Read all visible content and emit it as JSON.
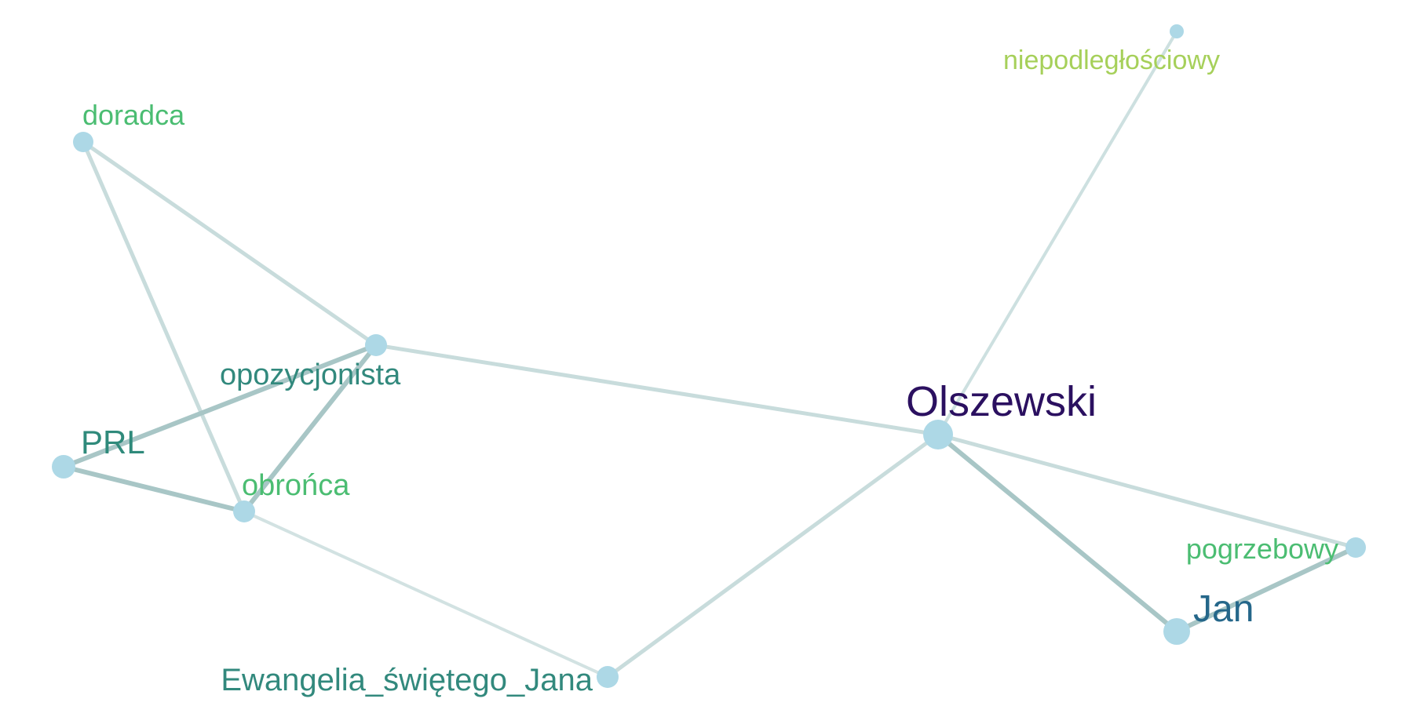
{
  "graph": {
    "node_color": "#add8e6",
    "nodes": [
      {
        "id": "niepodleglosciowy",
        "label": "niepodległościowy",
        "color": "#a6d05a",
        "weight": 1
      },
      {
        "id": "doradca",
        "label": "doradca",
        "color": "#4bbd72",
        "weight": 2
      },
      {
        "id": "opozycjonista",
        "label": "opozycjonista",
        "color": "#32897d",
        "weight": 3
      },
      {
        "id": "PRL",
        "label": "PRL",
        "color": "#2f8a7b",
        "weight": 4
      },
      {
        "id": "obronca",
        "label": "obrońca",
        "color": "#4bbd72",
        "weight": 2
      },
      {
        "id": "Olszewski",
        "label": "Olszewski",
        "color": "#2b1060",
        "weight": 6
      },
      {
        "id": "pogrzebowy",
        "label": "pogrzebowy",
        "color": "#4bbd72",
        "weight": 2
      },
      {
        "id": "Jan",
        "label": "Jan",
        "color": "#25678a",
        "weight": 5
      },
      {
        "id": "Ewangelia",
        "label": "Ewangelia_świętego_Jana",
        "color": "#32897d",
        "weight": 3
      }
    ],
    "edges": [
      {
        "source": "Olszewski",
        "target": "niepodleglosciowy",
        "weight": 1,
        "color": "#cde0e0"
      },
      {
        "source": "doradca",
        "target": "opozycjonista",
        "weight": 2,
        "color": "#c8dcdc"
      },
      {
        "source": "doradca",
        "target": "obronca",
        "weight": 2,
        "color": "#c8dcdc"
      },
      {
        "source": "opozycjonista",
        "target": "PRL",
        "weight": 3,
        "color": "#a8c6c6"
      },
      {
        "source": "opozycjonista",
        "target": "obronca",
        "weight": 3,
        "color": "#a8c6c6"
      },
      {
        "source": "opozycjonista",
        "target": "Olszewski",
        "weight": 2,
        "color": "#c8dcdc"
      },
      {
        "source": "PRL",
        "target": "obronca",
        "weight": 3,
        "color": "#a8c6c6"
      },
      {
        "source": "obronca",
        "target": "Ewangelia",
        "weight": 1,
        "color": "#d2e2e2"
      },
      {
        "source": "Ewangelia",
        "target": "Olszewski",
        "weight": 2,
        "color": "#c8dcdc"
      },
      {
        "source": "Olszewski",
        "target": "pogrzebowy",
        "weight": 2,
        "color": "#c8dcdc"
      },
      {
        "source": "Olszewski",
        "target": "Jan",
        "weight": 3,
        "color": "#a8c6c6"
      },
      {
        "source": "Jan",
        "target": "pogrzebowy",
        "weight": 3,
        "color": "#a8c6c6"
      }
    ]
  }
}
